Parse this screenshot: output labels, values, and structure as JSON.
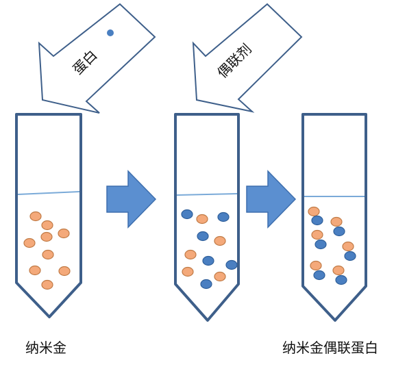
{
  "arrows": [
    {
      "label": "蛋白",
      "has_dot": true
    },
    {
      "label": "偶联剂",
      "has_dot": false
    }
  ],
  "tubes": [
    {
      "caption": "纳米金",
      "contents": "gold nanoparticles only"
    },
    {
      "caption": "",
      "contents": "gold nanoparticles and protein mixed"
    },
    {
      "caption": "纳米金偶联蛋白",
      "contents": "gold-coupled protein pairs"
    }
  ],
  "colors": {
    "tube_stroke": "#3e5f8a",
    "liquid_line": "#7aaad8",
    "gold_particle": "#f4a97a",
    "protein_particle": "#4a7fc1",
    "particle_stroke": "#c07a45",
    "transition_arrow": "#5b8fd0",
    "input_arrow_stroke": "#3e5f8a"
  }
}
